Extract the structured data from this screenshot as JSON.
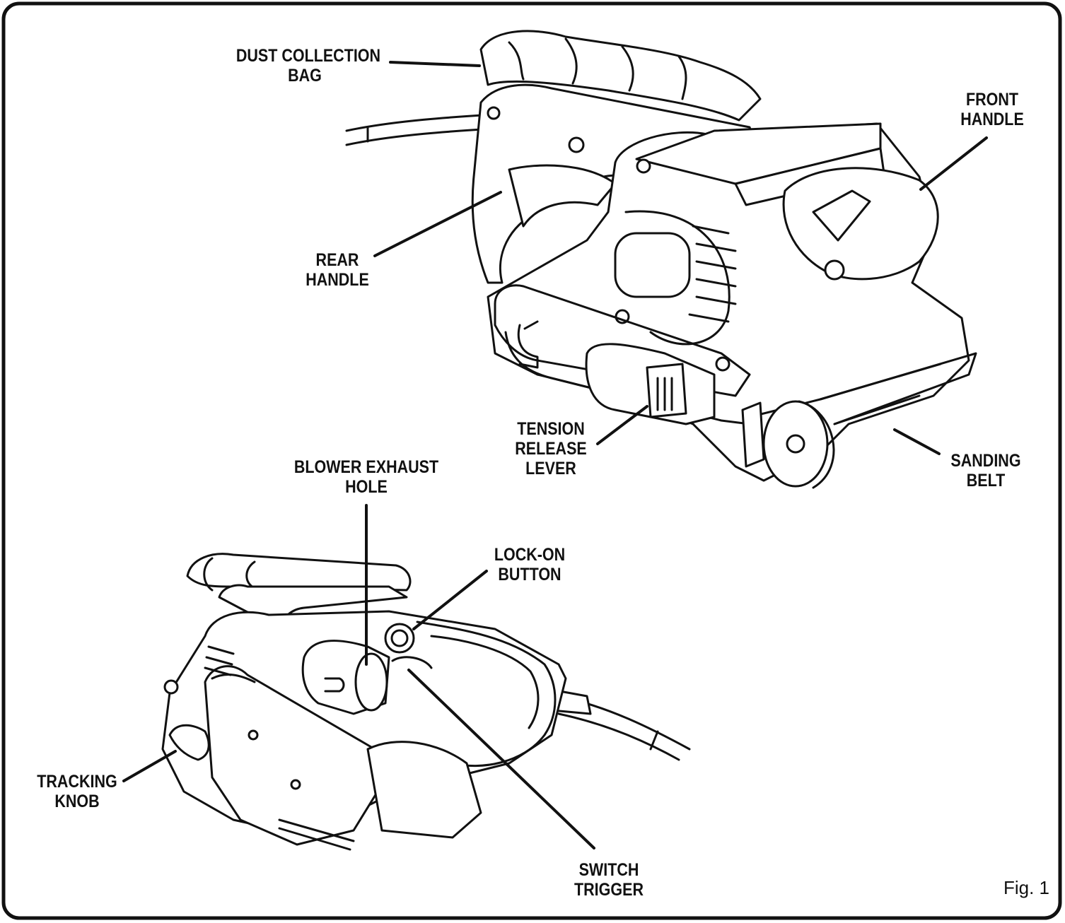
{
  "figure_caption": "Fig. 1",
  "colors": {
    "ink": "#111111",
    "paper": "#ffffff"
  },
  "callouts": {
    "dust_bag": [
      "DUST COLLECTION",
      "BAG"
    ],
    "front_handle": [
      "FRONT",
      "HANDLE"
    ],
    "rear_handle": [
      "REAR",
      "HANDLE"
    ],
    "tension_lever": [
      "TENSION",
      "RELEASE",
      "LEVER"
    ],
    "sanding_belt": [
      "SANDING",
      "BELT"
    ],
    "blower_exhaust": [
      "BLOWER EXHAUST",
      "HOLE"
    ],
    "lock_on": [
      "LOCK-ON",
      "BUTTON"
    ],
    "tracking_knob": [
      "TRACKING",
      "KNOB"
    ],
    "switch_trigger": [
      "SWITCH",
      "TRIGGER"
    ]
  }
}
